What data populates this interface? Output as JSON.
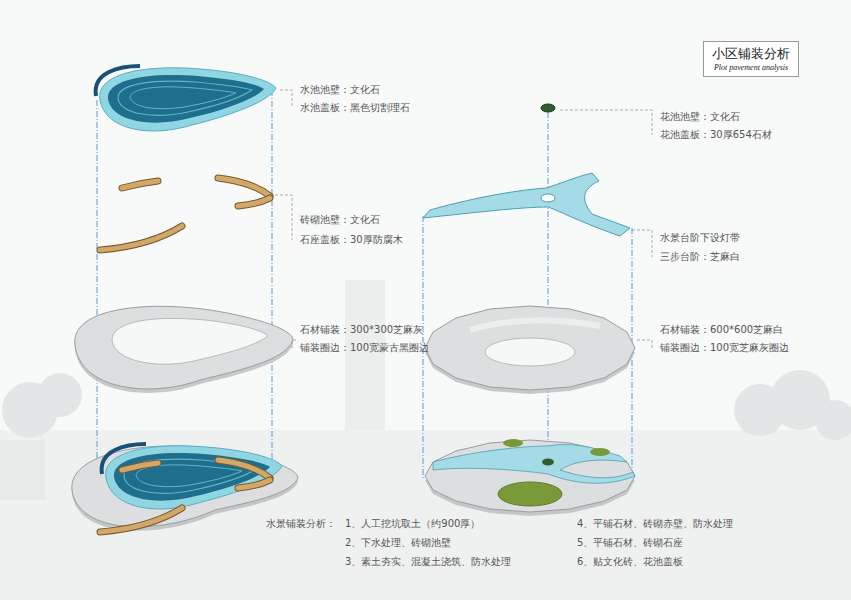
{
  "diagram": {
    "nodes": [
      {
        "text": [
          "小区铺装分析",
          "Plot pavement analysis"
        ]
      }
    ],
    "labels": [
      "水池池壁：文化石",
      "水池盖板：黑色切割理石",
      "砖砌池壁：文化石",
      "石座盖板：30厚防腐木",
      "石材铺装：300*300芝麻灰",
      "铺装圈边：100宽蒙古黑圈边",
      "花池池壁：文化石",
      "花池盖板：30厚654石材",
      "水景台阶下设灯带",
      "三步台阶：芝麻白",
      "石材铺装：600*600芝麻白",
      "铺装圈边：100宽芝麻灰圈边",
      "水景铺装分析：",
      "1、人工挖坑取土（约900厚）",
      "2、下水处理、砖砌池壁",
      "3、素土夯实、混凝土浇筑、防水处理",
      "4、平铺石材、砖砌赤壁、防水处理",
      "5、平铺石材、砖砌石座",
      "6、贴文化砖、花池盖板"
    ]
  }
}
